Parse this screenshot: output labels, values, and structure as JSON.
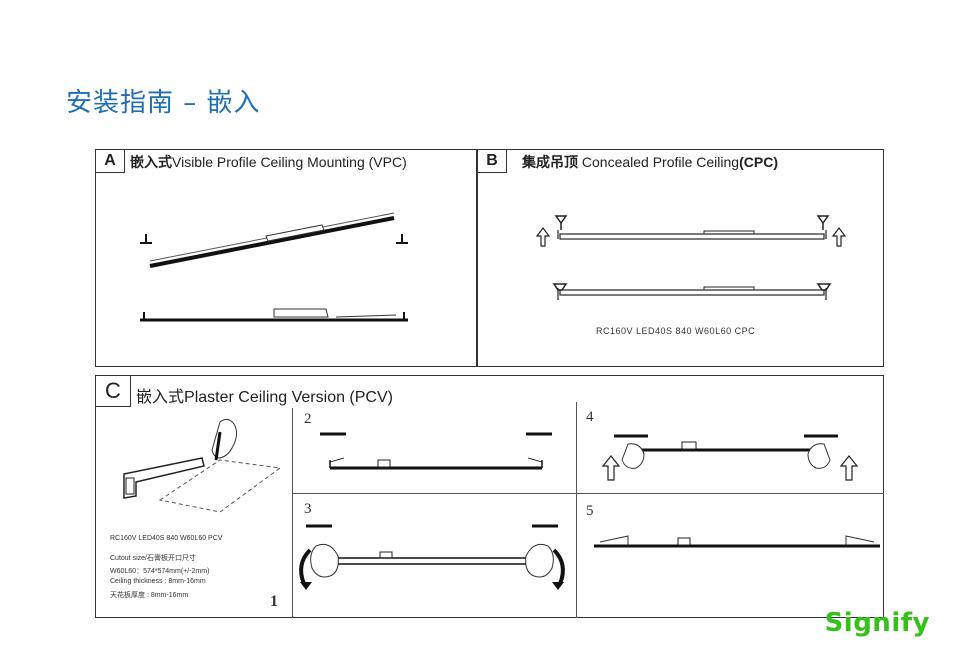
{
  "page": {
    "title": "安装指南 – 嵌入",
    "logo": "Signify"
  },
  "panel_a": {
    "tag": "A",
    "title_cn": "嵌入式",
    "title_en": "Visible Profile Ceiling Mounting (VPC)"
  },
  "panel_b": {
    "tag": "B",
    "title_cn": "集成吊顶 ",
    "title_en": "Concealed Profile Ceiling",
    "title_code": "(CPC)",
    "model": "RC160V LED40S 840 W60L60 CPC"
  },
  "panel_c": {
    "tag": "C",
    "title_cn": "嵌入式",
    "title_en": "Plaster Ceiling Version (PCV)",
    "model": "RC160V LED40S 840 W60L60 PCV",
    "cutout_label": "Cutout size/石膏板开口尺寸",
    "cutout_value": "W60L60：574*574mm(+/-2mm)",
    "thickness_en": "Ceiling thickness : 8mm-16mm",
    "thickness_cn": "天花板厚度 : 8mm-16mm",
    "steps": [
      "1",
      "2",
      "3",
      "4",
      "5"
    ]
  }
}
